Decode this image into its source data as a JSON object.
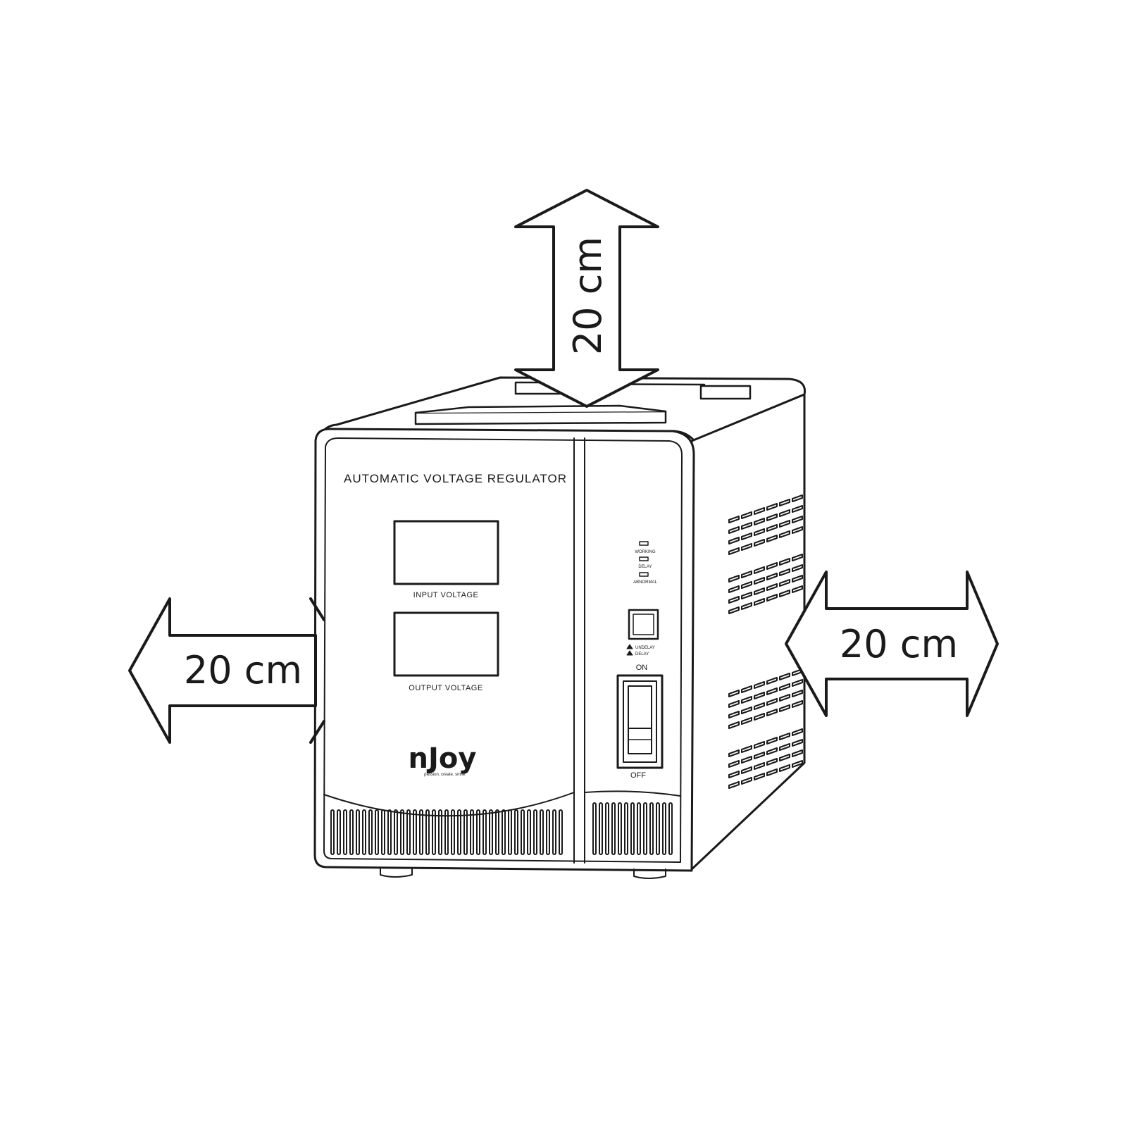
{
  "device": {
    "title": "AUTOMATIC VOLTAGE REGULATOR",
    "input_label": "INPUT VOLTAGE",
    "output_label": "OUTPUT VOLTAGE",
    "indicators": [
      "WORKING",
      "DELAY",
      "ABNORMAL"
    ],
    "delay_switch_labels": [
      "UNDELAY",
      "DELAY"
    ],
    "power_on_label": "ON",
    "power_off_label": "OFF",
    "brand": {
      "name": "nJoy",
      "slogan": "passion. create. smile."
    }
  },
  "clearances": {
    "top": "20 cm",
    "left": "20 cm",
    "right": "20 cm"
  }
}
